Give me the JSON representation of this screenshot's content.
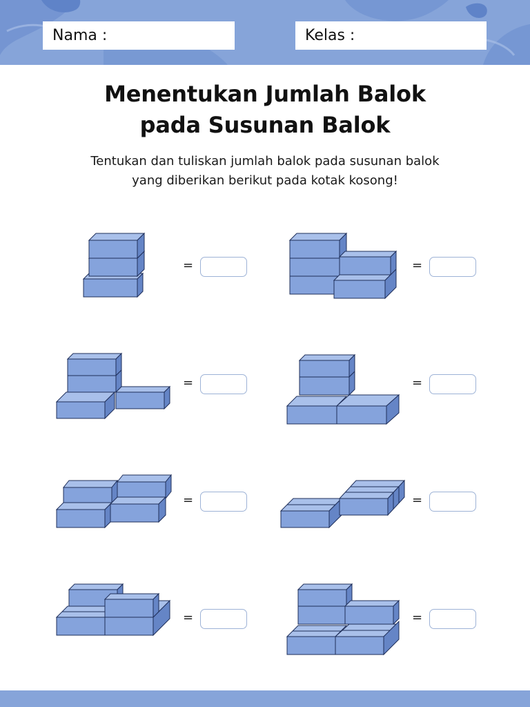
{
  "header": {
    "name_label": "Nama :",
    "class_label": "Kelas :"
  },
  "title": {
    "line1": "Menentukan Jumlah Balok",
    "line2": "pada Susunan Balok"
  },
  "instructions": {
    "line1": "Tentukan dan tuliskan jumlah balok pada susunan balok",
    "line2": "yang diberikan berikut pada kotak kosong!"
  },
  "equals_sign": "=",
  "colors": {
    "header_bg": "#86a4d9",
    "block_front": "#85a3dc",
    "block_top": "#a9c0ea",
    "block_side": "#6585c6",
    "outline": "#1f2f5a"
  },
  "problems": [
    {
      "id": 1,
      "shape": "block-stack-1",
      "answer": ""
    },
    {
      "id": 2,
      "shape": "block-stack-2",
      "answer": ""
    },
    {
      "id": 3,
      "shape": "block-stack-3",
      "answer": ""
    },
    {
      "id": 4,
      "shape": "block-stack-4",
      "answer": ""
    },
    {
      "id": 5,
      "shape": "block-stack-5",
      "answer": ""
    },
    {
      "id": 6,
      "shape": "block-stack-6",
      "answer": ""
    },
    {
      "id": 7,
      "shape": "block-stack-7",
      "answer": ""
    },
    {
      "id": 8,
      "shape": "block-stack-8",
      "answer": ""
    }
  ]
}
